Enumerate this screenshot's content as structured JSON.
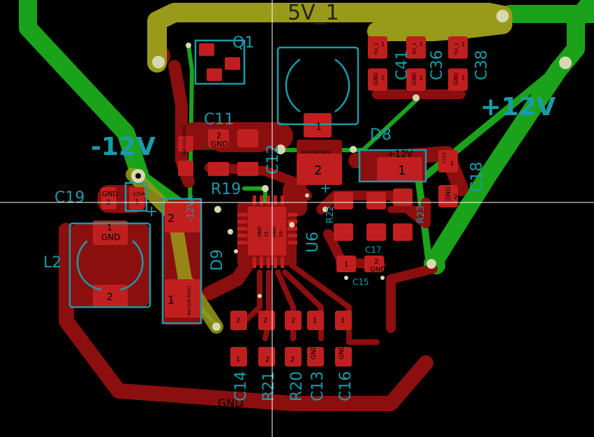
{
  "nets": {
    "v5": "5V_1",
    "v12p": "+12V",
    "v12n": "-12V",
    "gnd": "GND",
    "gnd_bottom": "GND",
    "v12n_vert": "-12VA",
    "v12_small": "+12V"
  },
  "refs": {
    "q1": "Q1",
    "c11": "C11",
    "c12": "C12",
    "c19": "C19",
    "l2": "L2",
    "r19": "R19",
    "d9": "D9",
    "d8": "D8",
    "c41": "C41",
    "c36": "C36",
    "c38": "C38",
    "c18": "C18",
    "r22": "R22",
    "r23": "R23",
    "u6": "U6",
    "c17": "C17",
    "c15": "C15",
    "c14": "C14",
    "r21": "R21",
    "r20": "R20",
    "c13": "C13",
    "c16": "C16"
  },
  "pads": {
    "l2_p1": "1",
    "l2_gnd": "GND",
    "l2_p2": "2",
    "d9_p1": "1",
    "d9_p2": "2",
    "d8_p1": "1",
    "d8_p2": "2",
    "big_p1": "1",
    "big_p2": "2",
    "c11_p2": "2",
    "c11_gnd": "GND",
    "c19_gnd": "GND",
    "c19_p2": "2",
    "c19_12va": "-12VA",
    "c19_p1": "1",
    "c17_p1": "1",
    "c17_p2": "2",
    "c17_gnd": "GND",
    "c18_p1": "1",
    "c18_p2": "2",
    "c18_gnd": "GND",
    "c18_12v": "+12V",
    "cap_5v1": "5V_1",
    "cap_p1": "1",
    "cap_gnd": "GND",
    "cap_p2": "2",
    "bot_p1": "1",
    "bot_p2": "2",
    "bot_gnd": "GND",
    "u6_gnd": "GND",
    "u6_n25": "25",
    "u6_n29": "29",
    "net_d9": "Net-(D9-Pad1)",
    "net_d8": "Net-(D8-Pad1)",
    "net_q1": "Net-(Q1-Pad1)",
    "plus": "+"
  },
  "colors": {
    "background": "#000000",
    "copper_front": "#8b0f0f",
    "copper_back": "#1aa31a",
    "overlap": "#9a9a1a",
    "silkscreen": "#1a9ca8",
    "pad": "#c11f1f",
    "via": "#d8d8b0"
  }
}
